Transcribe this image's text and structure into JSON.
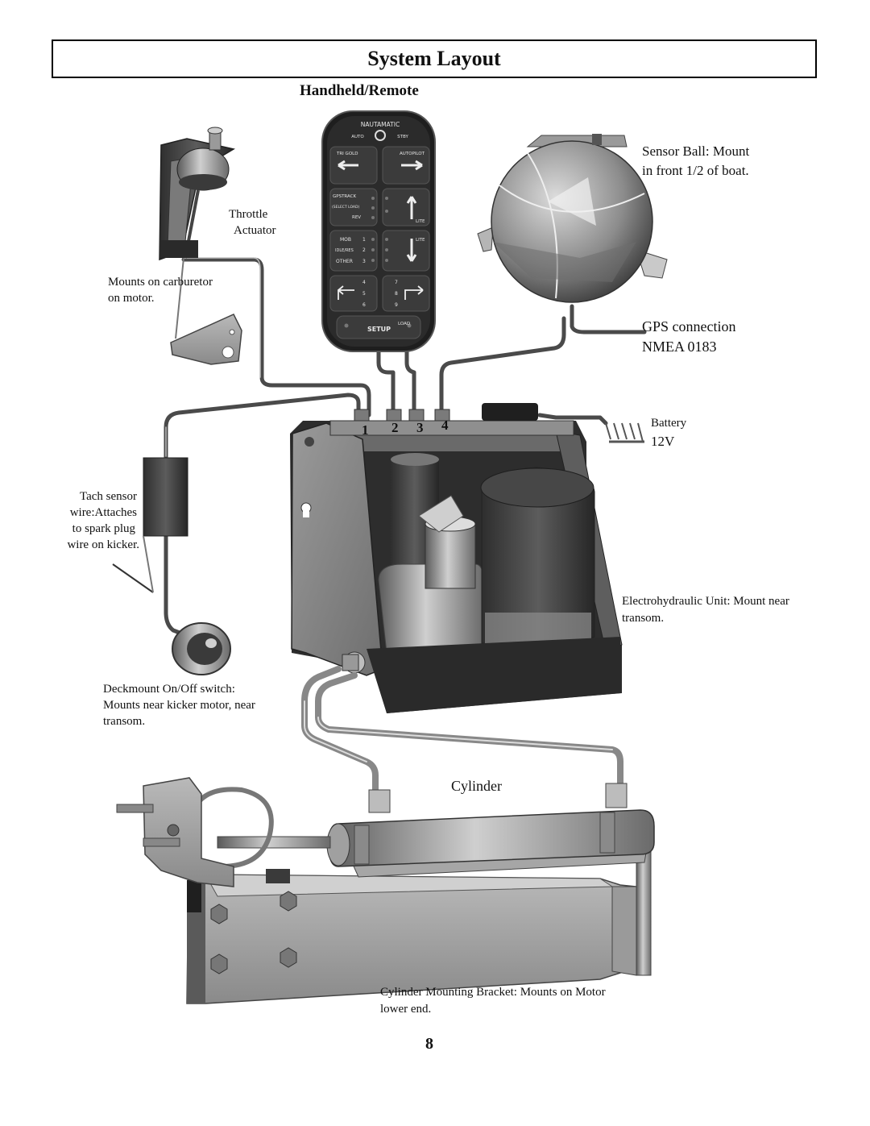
{
  "page": {
    "title": "System Layout",
    "subtitle": "Handheld/Remote",
    "page_number": "8"
  },
  "remote": {
    "brand": "NAUTAMATIC",
    "auto": "AUTO",
    "stby": "STBY",
    "tri_gold": "TRI GOLD",
    "autopilot": "AUTOPILOT",
    "gpstrack": "GPSTRACK",
    "select_load": "(SELECT LOAD)",
    "rev": "REV",
    "lite_top": "LITE",
    "mob": "MOB",
    "idle_res": "IDLE/RES",
    "other": "OTHER",
    "lite_bottom": "LITE",
    "num_1": "1",
    "num_2": "2",
    "num_3": "3",
    "num_4": "4",
    "num_5": "5",
    "num_6": "6",
    "num_7": "7",
    "num_8": "8",
    "num_9": "9",
    "setup": "SETUP",
    "load": "LOAD"
  },
  "labels": {
    "throttle_line1": "Throttle",
    "throttle_line2": "Actuator",
    "carb_line1": "Mounts on carburetor",
    "carb_line2": "on motor.",
    "sensor_line1": "Sensor Ball: Mount",
    "sensor_line2": "in front 1/2 of boat.",
    "gps_line1": "GPS connection",
    "gps_line2": "NMEA 0183",
    "battery_line1": "Battery",
    "battery_line2": "12V",
    "tach_line1": "Tach sensor",
    "tach_line2": "wire:Attaches",
    "tach_line3": "to spark plug",
    "tach_line4": "wire on kicker.",
    "eh_line1": "Electrohydraulic Unit: Mount near",
    "eh_line2": "transom.",
    "deck_line1": "Deckmount  On/Off switch:",
    "deck_line2": "Mounts near kicker motor, near",
    "deck_line3": "transom.",
    "cylinder": "Cylinder",
    "bracket_line1": "Cylinder Mounting Bracket: Mounts on Motor",
    "bracket_line2": "lower end."
  },
  "ports": [
    "1",
    "2",
    "3",
    "4"
  ]
}
